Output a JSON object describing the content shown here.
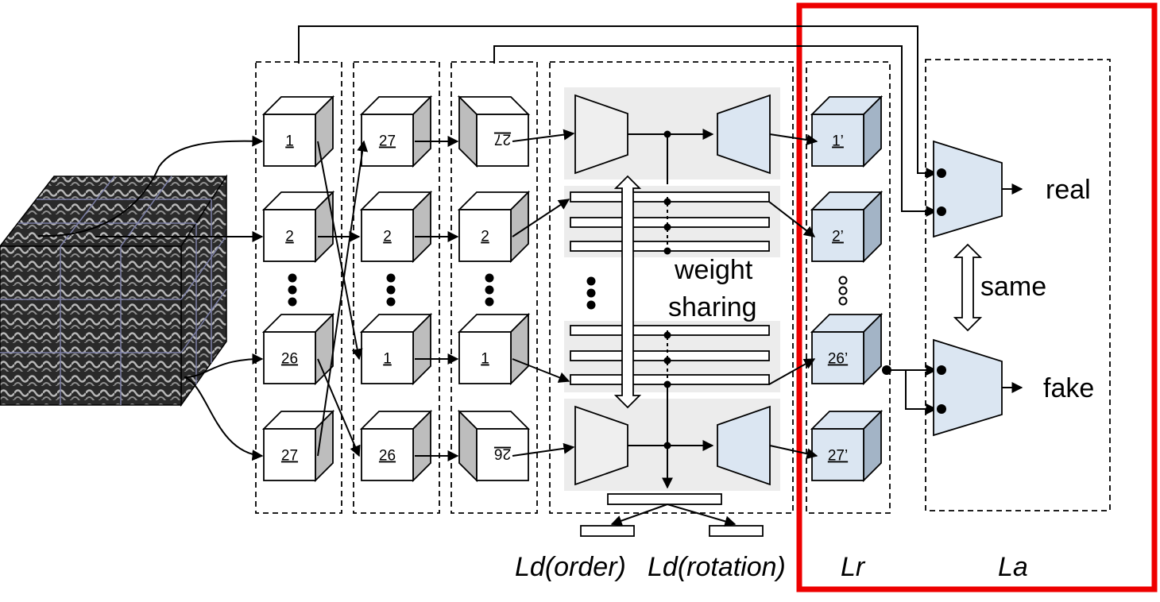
{
  "column1": [
    "1",
    "2",
    "26",
    "27"
  ],
  "column2": [
    "27",
    "2",
    "1",
    "26"
  ],
  "column3": [
    "27",
    "2",
    "1",
    "26"
  ],
  "reconstructed": [
    "1’",
    "2’",
    "26’",
    "27’"
  ],
  "weight_sharing": [
    "weight",
    "sharing"
  ],
  "outputs": {
    "real": "real",
    "fake": "fake",
    "same": "same"
  },
  "losses": {
    "order": "Ld(order)",
    "rotation": "Ld(rotation)",
    "reconstruction": "Lr",
    "adversarial": "La"
  },
  "colors": {
    "highlight": "#ee0000",
    "decoder_fill": "#dbe6f2",
    "encoder_fill": "#efefef",
    "cube_side": "#bdbdbd",
    "recon_cube_side": "#a3b4c6",
    "panel_bg": "#ececec"
  }
}
